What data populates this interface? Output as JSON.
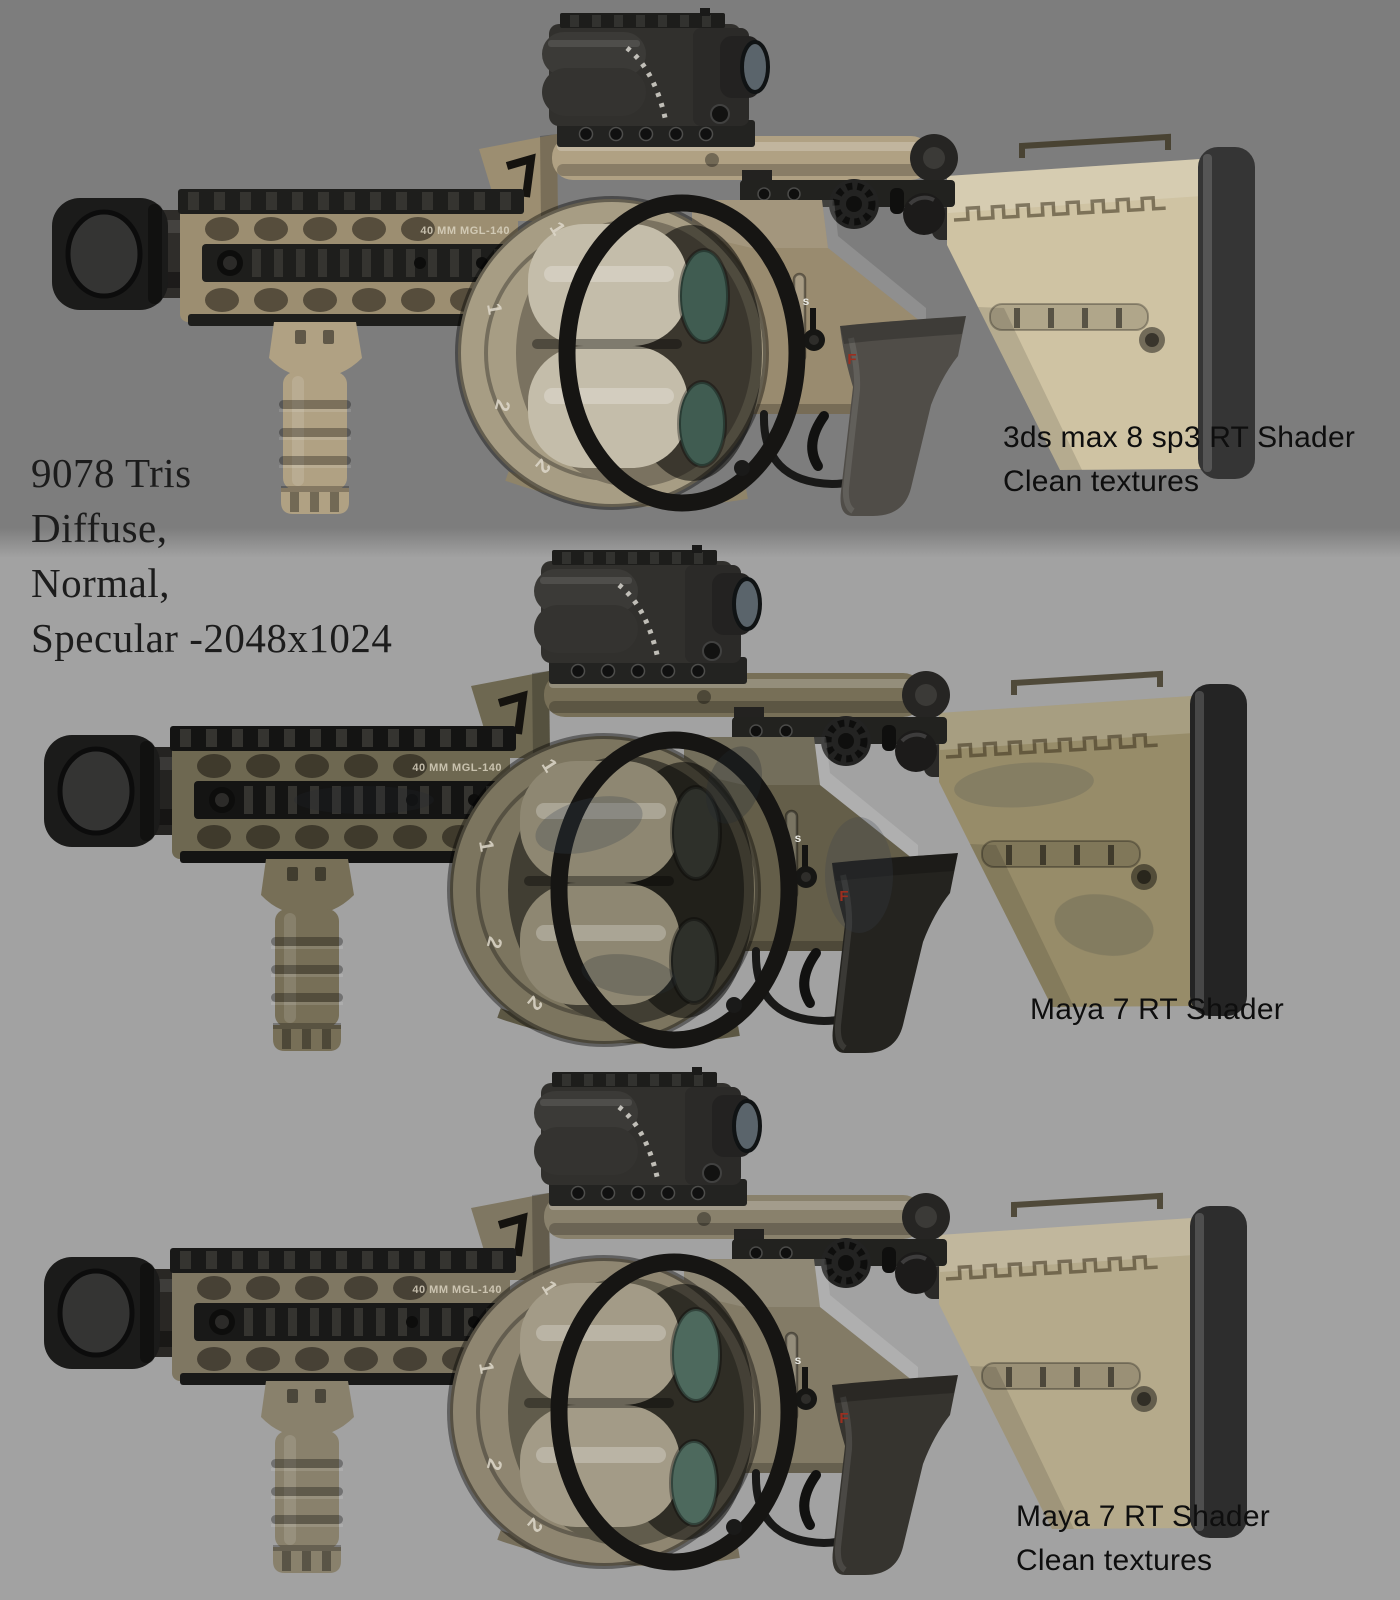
{
  "background": {
    "top_band": "#7d7d7d",
    "bottom": "#a2a2a2"
  },
  "annotations": {
    "model_info_lines": [
      "9078 Tris",
      "Diffuse,",
      "Normal,",
      "Specular -2048x1024"
    ]
  },
  "gun": {
    "engraving": "40 MM MGL-140",
    "drum_numbers": [
      "1",
      "1",
      "2",
      "2"
    ],
    "selector_label": "s",
    "fire_marking": "F"
  },
  "renders": [
    {
      "caption_lines": [
        "3ds max 8 sp3 RT Shader",
        "Clean textures"
      ],
      "palette": {
        "c-body": "#9c8e71",
        "c-body2": "#b0a183",
        "c-frame": "#998b6f",
        "c-drumrim": "#a79d84",
        "c-druminner": "#7a7260",
        "c-shell": "#c4bdaa",
        "c-tip": "#405c51",
        "c-stock": "#cfc3a3",
        "c-pad": "#353535",
        "c-grip": "#504d48",
        "c-metal": "#1e1e1c",
        "c-barrel": "#2f2d2a",
        "c-strap": "#8f8469",
        "grime-op": "0"
      }
    },
    {
      "caption_lines": [
        "Maya 7  RT Shader"
      ],
      "palette": {
        "c-body": "#6e6851",
        "c-body2": "#776f57",
        "c-frame": "#645e49",
        "c-drumrim": "#7c755f",
        "c-druminner": "#413e33",
        "c-shell": "#8e8772",
        "c-tip": "#2e302a",
        "c-stock": "#978c69",
        "c-pad": "#242424",
        "c-grip": "#24231f",
        "c-metal": "#141413",
        "c-barrel": "#242321",
        "c-strap": "#5c5743",
        "grime-op": "0.55"
      }
    },
    {
      "caption_lines": [
        "Maya 7 RT Shader",
        "Clean textures"
      ],
      "palette": {
        "c-body": "#7f7762",
        "c-body2": "#89816c",
        "c-frame": "#837b66",
        "c-drumrim": "#8f8671",
        "c-druminner": "#615c4c",
        "c-shell": "#a39b87",
        "c-tip": "#4d695d",
        "c-stock": "#b5aa8b",
        "c-pad": "#2d2d2d",
        "c-grip": "#36342f",
        "c-metal": "#191918",
        "c-barrel": "#292724",
        "c-strap": "#776f5b",
        "grime-op": "0"
      }
    }
  ]
}
